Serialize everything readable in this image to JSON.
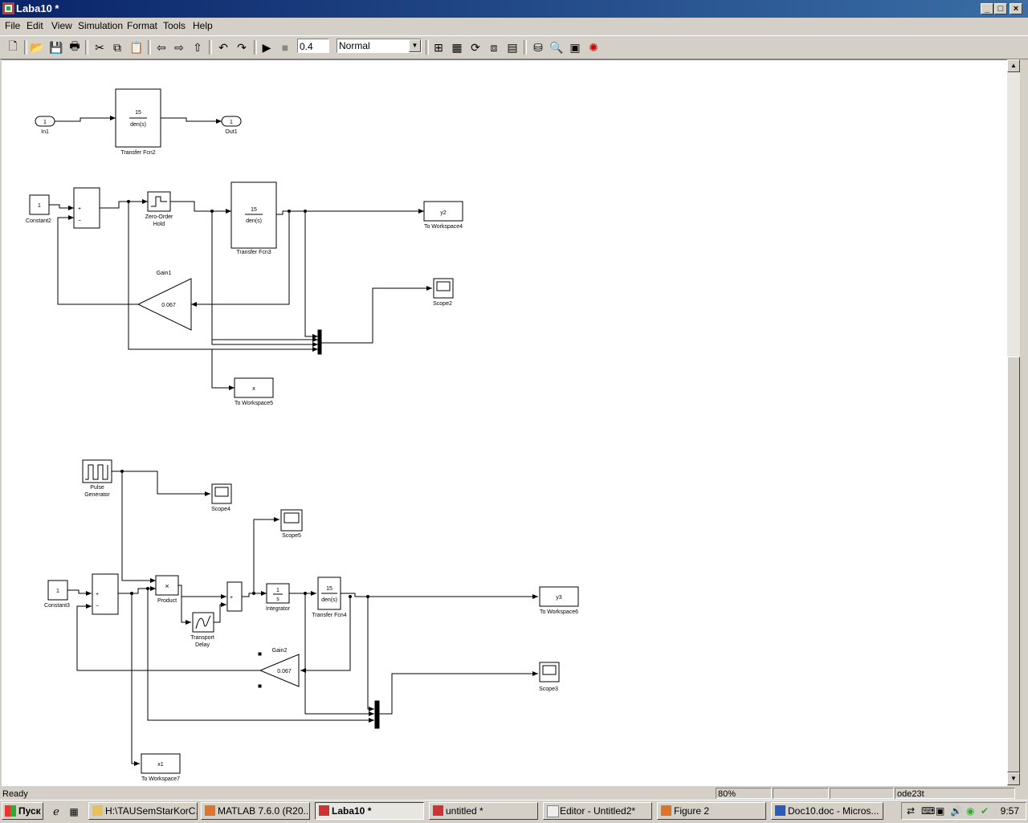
{
  "window": {
    "title": "Laba10 *"
  },
  "menu": [
    "File",
    "Edit",
    "View",
    "Simulation",
    "Format",
    "Tools",
    "Help"
  ],
  "toolbar": {
    "stop_time": "0.4",
    "sim_mode": "Normal",
    "icons": [
      "new-icon",
      "open-icon",
      "save-icon",
      "print-icon",
      "cut-icon",
      "copy-icon",
      "paste-icon",
      "back-icon",
      "forward-icon",
      "up-icon",
      "undo-icon",
      "redo-icon",
      "play-icon",
      "stop-icon",
      "library-browser-icon",
      "model-explorer-icon",
      "debugger-icon",
      "profiler-icon"
    ]
  },
  "diagram": {
    "in1": "1",
    "in1_label": "In1",
    "tf2_num": "15",
    "tf2_den": "den(s)",
    "tf2_label": "Transfer Fcn2",
    "out1": "1",
    "out1_label": "Out1",
    "const2": "1",
    "const2_label": "Constant2",
    "sum1_plus": "+",
    "sum1_minus": "−",
    "zoh_label": "Zero-Order\nHold",
    "tf3_num": "15",
    "tf3_den": "den(s)",
    "tf3_label": "Transfer Fcn3",
    "ws4_var": "y2",
    "ws4_label": "To Workspace4",
    "gain1_title": "Gain1",
    "gain1_value": "0.067",
    "scope2_label": "Scope2",
    "ws5_var": "x",
    "ws5_label": "To Workspace5",
    "pulse_label": "Pulse\nGenerator",
    "scope4_label": "Scope4",
    "scope5_label": "Scope5",
    "const3": "1",
    "const3_label": "Constant3",
    "sum2_plus": "+",
    "sum2_minus": "−",
    "product_sym": "×",
    "product_label": "Product",
    "sum3_plus": "+",
    "int_num": "1",
    "int_den": "s",
    "int_label": "Integrator",
    "tf4_num": "15",
    "tf4_den": "den(s)",
    "tf4_label": "Transfer Fcn4",
    "ws6_var": "y3",
    "ws6_label": "To Workspace6",
    "transport_label": "Transport\nDelay",
    "gain2_title": "Gain2",
    "gain2_value": "0.067",
    "scope3_label": "Scope3",
    "ws7_var": "x1",
    "ws7_label": "To Workspace7"
  },
  "status": {
    "ready": "Ready",
    "zoom": "80%",
    "solver": "ode23t"
  },
  "taskbar": {
    "start": "Пуск",
    "tasks": [
      "H:\\TAUSemStarKorC...",
      "MATLAB  7.6.0 (R20...",
      "Laba10 *",
      "untitled *",
      "Editor - Untitled2*",
      "Figure 2",
      "Doc10.doc - Micros..."
    ],
    "clock": "9:57"
  }
}
